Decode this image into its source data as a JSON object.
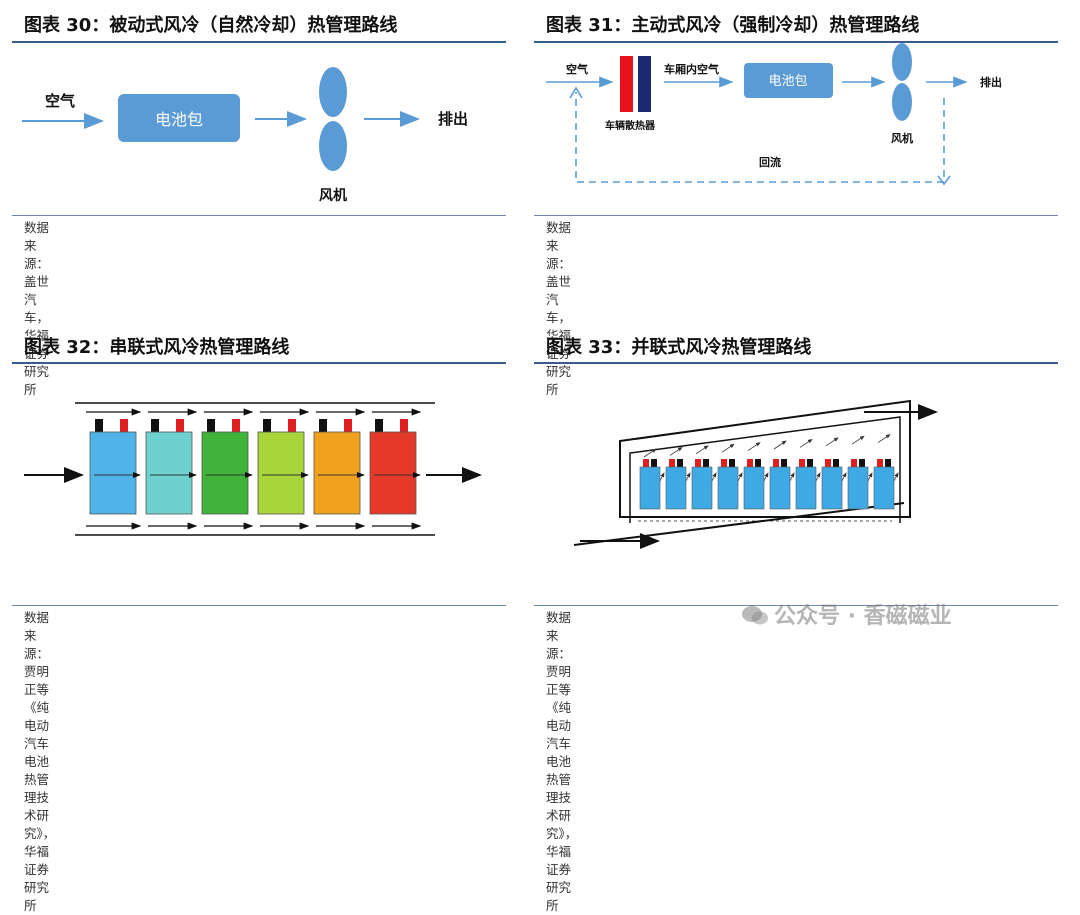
{
  "fig30": {
    "title": "图表 30：被动式风冷（自然冷却）热管理路线",
    "air": "空气",
    "battery": "电池包",
    "exhaust": "排出",
    "fan": "风机",
    "source": "数据来源：盖世汽车，华福证券研究所"
  },
  "fig31": {
    "title": "图表 31：主动式风冷（强制冷却）热管理路线",
    "air": "空气",
    "cabin_air": "车厢内空气",
    "battery": "电池包",
    "exhaust": "排出",
    "radiator": "车辆散热器",
    "reflux": "回流",
    "fan": "风机",
    "source": "数据来源：盖世汽车，华福证券研究所"
  },
  "fig32": {
    "title": "图表 32：串联式风冷热管理路线",
    "cell_colors": [
      "#4fb3e8",
      "#6fd0d0",
      "#3fb33a",
      "#a8d63a",
      "#f0a21e",
      "#e53a2a"
    ],
    "source_line1": "数据来源：贾明正等《纯电动汽车电池热管理技术研究》，华福证券研究",
    "source_line2": "所"
  },
  "fig33": {
    "title": "图表 33：并联式风冷热管理路线",
    "cell_color": "#3fa9e6",
    "source_line1": "数据来源：贾明正等《纯电动汽车电池热管理技术研究》，华福证券研究",
    "source_line2": "所"
  },
  "watermark": {
    "brand": "公众号 · 香磁磁业"
  }
}
